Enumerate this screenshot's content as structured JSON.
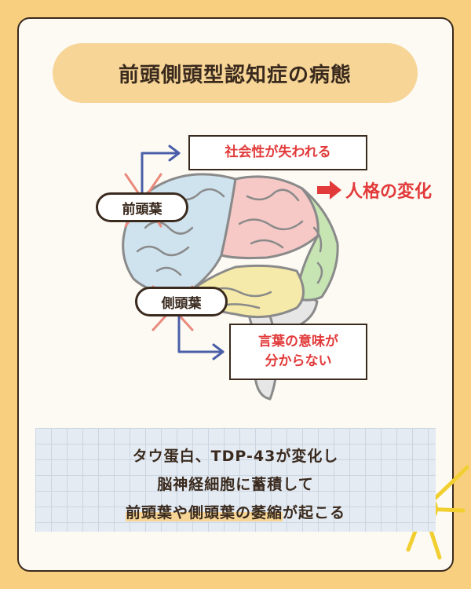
{
  "title": "前頭側頭型認知症の病態",
  "lobes": {
    "frontal": "前頭葉",
    "temporal": "側頭葉"
  },
  "effects": {
    "social": "社会性が失われる",
    "personality": "人格の変化",
    "language_line1": "言葉の意味が",
    "language_line2": "分からない"
  },
  "summary": {
    "line1": "タウ蛋白、TDP-43が変化し",
    "line2": "脳神経細胞に蓄積して",
    "line3_highlight": "前頭葉や側頭葉の萎縮",
    "line3_rest": "が起こる"
  },
  "icons": [
    "brain-illustration",
    "arrow-right-icon",
    "cross-mark-icon",
    "neuron-icon"
  ],
  "colors": {
    "background": "#f7cf7f",
    "card": "#fdfaf4",
    "title_pill": "#f6d596",
    "accent_red": "#e23a3a",
    "arrow_blue": "#4a5fa8",
    "frontal_lobe": "#cfe3ef",
    "parietal_lobe": "#f6c9c6",
    "occipital_lobe": "#c6e5b3",
    "temporal_lobe": "#f5eaa9",
    "outline": "#8a8a8a"
  }
}
